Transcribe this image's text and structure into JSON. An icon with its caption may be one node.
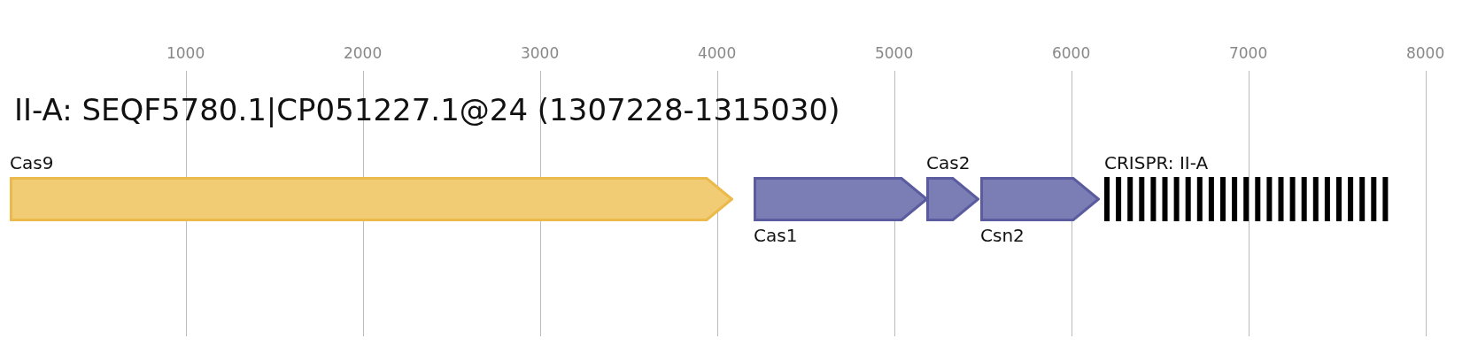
{
  "diagram": {
    "title": "II-A: SEQF5780.1|CP051227.1@24 (1307228-1315030)",
    "nodes": [
      {
        "text": [
          "Cas9"
        ]
      },
      {
        "text": [
          "Cas1"
        ]
      },
      {
        "text": [
          "Cas2"
        ]
      },
      {
        "text": [
          "Csn2"
        ]
      },
      {
        "text": [
          "CRISPR: II-A"
        ]
      }
    ],
    "edges": [],
    "labels": [
      "1000",
      "2000",
      "3000",
      "4000",
      "5000",
      "6000",
      "7000",
      "8000"
    ]
  }
}
